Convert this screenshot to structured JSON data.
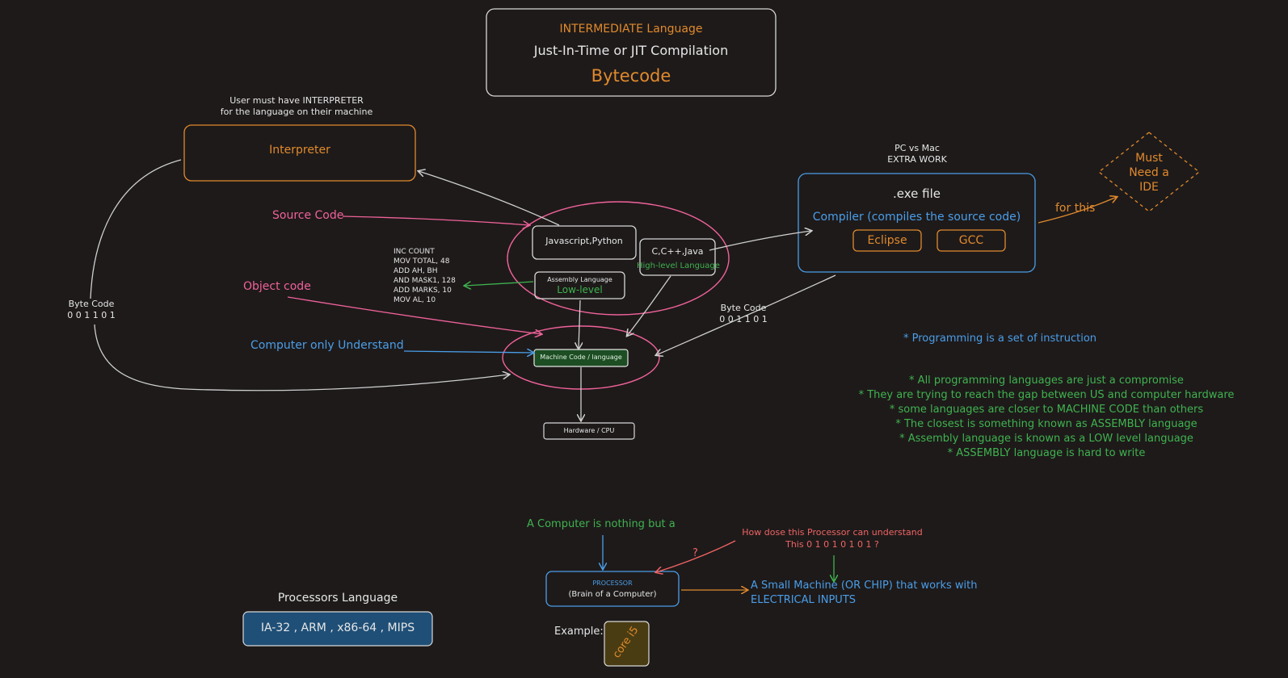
{
  "title_box": {
    "line1": "INTERMEDIATE Language",
    "line2": "Just-In-Time or JIT Compilation",
    "line3": "Bytecode"
  },
  "interpreter": {
    "note_line1": "User must have INTERPRETER",
    "note_line2": "for the language on their machine",
    "label": "Interpreter"
  },
  "compiler": {
    "note_line1": "PC vs Mac",
    "note_line2": "EXTRA WORK",
    "file": ".exe file",
    "label": "Compiler (compiles the source code)",
    "tool1": "Eclipse",
    "tool2": "GCC",
    "for_this": "for this",
    "ide_line1": "Must",
    "ide_line2": "Need a",
    "ide_line3": "IDE"
  },
  "labels": {
    "source_code": "Source Code",
    "object_code": "Object code",
    "computer_understand": "Computer only Understand"
  },
  "nodes": {
    "js_python": "Javascript,Python",
    "c_java": "C,C++,Java",
    "high_level": "High-level Language",
    "assembly": "Assembly Language",
    "low_level": "Low-level",
    "machine_code": "Machine Code / language",
    "hardware": "Hardware / CPU"
  },
  "assembly_code": [
    "INC COUNT",
    "MOV TOTAL, 48",
    "ADD AH, BH",
    "AND MASK1, 128",
    "ADD MARKS, 10",
    "MOV AL, 10"
  ],
  "bytecode_left": {
    "label": "Byte Code",
    "bits": "0 0 1 1 0 1"
  },
  "bytecode_right": {
    "label": "Byte Code",
    "bits": "0 0 1 1 0 1"
  },
  "notes": {
    "programming": "* Programming is a  set of instruction",
    "lines": [
      "* All programming languages are just a compromise",
      "* They are trying to reach the gap between US and computer hardware",
      "* some languages are closer to MACHINE CODE than others",
      "* The closest is something known as ASSEMBLY language",
      "* Assembly language is known as a LOW level language",
      "* ASSEMBLY language is hard to write"
    ]
  },
  "processor_section": {
    "computer_is": "A Computer is nothing but a",
    "question_line1": "How dose this Processor can understand",
    "question_line2": "This  0 1 0 1 0 1 0 1 ?",
    "question_mark": "?",
    "processor_label": "PROCESSOR",
    "processor_sub": "(Brain of a Computer)",
    "machine_line1": "A Small Machine (OR CHIP) that works with",
    "machine_line2": "ELECTRICAL INPUTS",
    "example": "Example:",
    "chip_label": "core i5",
    "languages_title": "Processors Language",
    "languages": "IA-32 , ARM , x86-64 , MIPS"
  },
  "colors": {
    "background": "#1e1a1a",
    "orange": "#e08a2c",
    "pink": "#f0629a",
    "blue": "#4a9ee8",
    "green": "#3fb34f",
    "red": "#f06464",
    "white": "#e6e6e6",
    "machine_fill": "#1d4d23",
    "languages_fill": "#1f4f77",
    "chip_fill": "#4a3c12"
  }
}
